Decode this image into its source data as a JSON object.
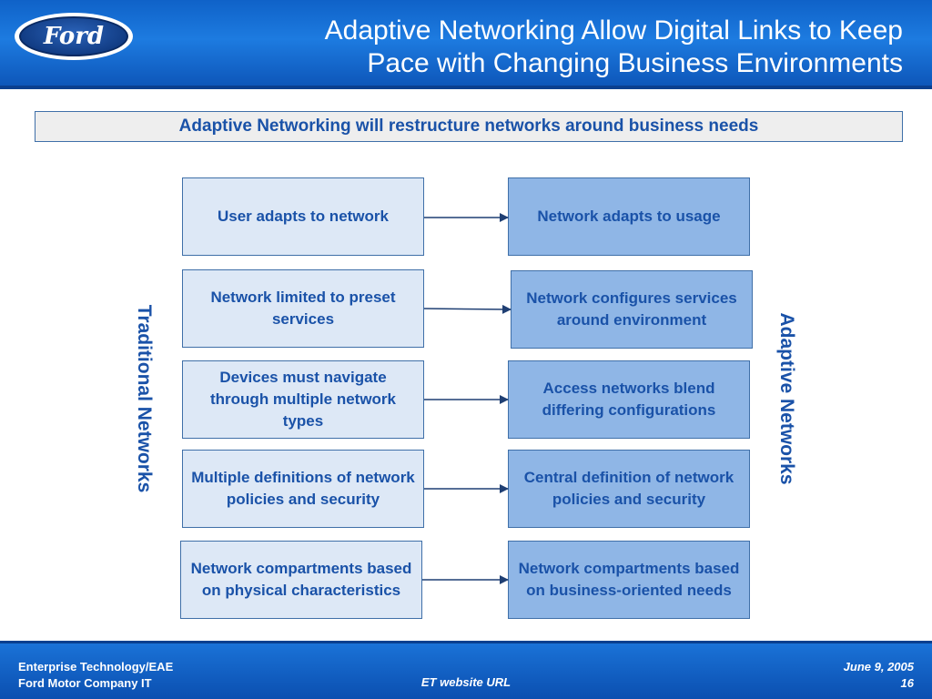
{
  "header": {
    "logo_text": "Ford",
    "title_line1": "Adaptive Networking Allow Digital Links to Keep",
    "title_line2": "Pace with Changing Business Environments"
  },
  "banner": "Adaptive Networking will restructure networks around business needs",
  "labels": {
    "left": "Traditional Networks",
    "right": "Adaptive Networks"
  },
  "rows": [
    {
      "traditional": "User adapts to network",
      "adaptive": "Network adapts to usage"
    },
    {
      "traditional": "Network limited to preset services",
      "adaptive": "Network configures services around environment"
    },
    {
      "traditional": "Devices must navigate through multiple network types",
      "adaptive": "Access networks blend differing configurations"
    },
    {
      "traditional": "Multiple definitions of network policies and security",
      "adaptive": "Central definition of network policies and security"
    },
    {
      "traditional": "Network compartments based on physical characteristics",
      "adaptive": "Network compartments based on business-oriented needs"
    }
  ],
  "footer": {
    "org_line1": "Enterprise Technology/EAE",
    "org_line2": "Ford Motor Company IT",
    "center": "ET website URL",
    "date": "June 9, 2005",
    "page": "16"
  },
  "colors": {
    "header_blue": "#1565d0",
    "text_blue": "#1a52a8",
    "traditional_fill": "#dde8f6",
    "adaptive_fill": "#8fb6e6"
  }
}
